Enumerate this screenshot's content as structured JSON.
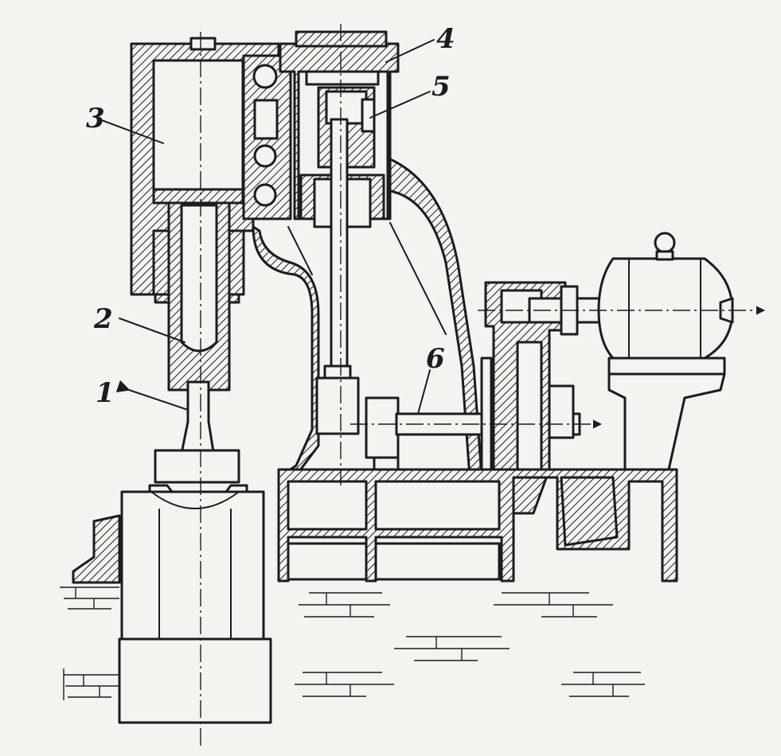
{
  "figure": {
    "callouts": [
      {
        "id": "1",
        "text": "1"
      },
      {
        "id": "2",
        "text": "2"
      },
      {
        "id": "3",
        "text": "3"
      },
      {
        "id": "4",
        "text": "4"
      },
      {
        "id": "5",
        "text": "5"
      },
      {
        "id": "6",
        "text": "6"
      }
    ]
  }
}
